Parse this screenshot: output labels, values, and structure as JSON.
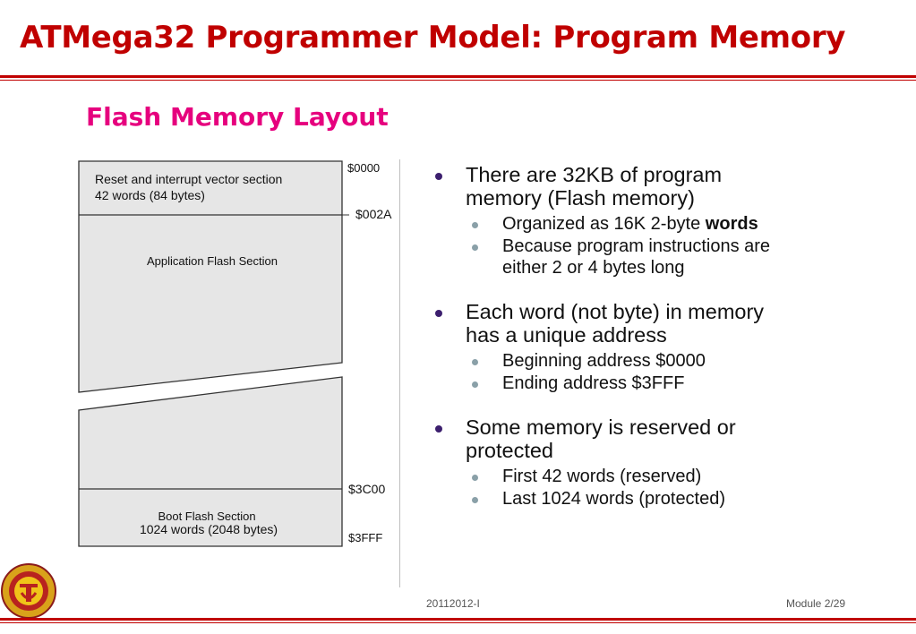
{
  "title": "ATMega32 Programmer Model: Program Memory",
  "subtitle": "Flash Memory Layout",
  "diagram": {
    "vector_line1": "Reset and interrupt vector section",
    "vector_line2": "42 words (84 bytes)",
    "app_label": "Application Flash Section",
    "boot_line1": "Boot Flash Section",
    "boot_line2": "1024 words (2048 bytes)",
    "addr_0000": "$0000",
    "addr_002A": "$002A",
    "addr_3C00": "$3C00",
    "addr_3FFF": "$3FFF",
    "colors": {
      "fill": "#e6e6e6",
      "stroke": "#333333"
    }
  },
  "bullets": {
    "b1_line1": "There are 32KB of program",
    "b1_line2": "memory (Flash memory)",
    "b1_s1_text": "Organized as 16K 2-byte ",
    "b1_s1_bold": "words",
    "b1_s2_line1": "Because program instructions are",
    "b1_s2_line2": "either 2 or 4 bytes long",
    "b2_line1": "Each word (not byte) in memory",
    "b2_line2": "has a unique address",
    "b2_s1": "Beginning address $0000",
    "b2_s2": "Ending address $3FFF",
    "b3_line1": "Some memory is reserved or",
    "b3_line2": "protected",
    "b3_s1": "First 42 words (reserved)",
    "b3_s2": "Last 1024 words (protected)"
  },
  "footer": {
    "semester": "20112012-I",
    "module": "Module 2/29"
  },
  "logo": {
    "icon": "university-seal-icon"
  },
  "colors": {
    "title": "#c00000",
    "subtitle": "#e6007e",
    "bullet": "#3c1f6e",
    "sub_bullet": "#8aa0a8"
  }
}
